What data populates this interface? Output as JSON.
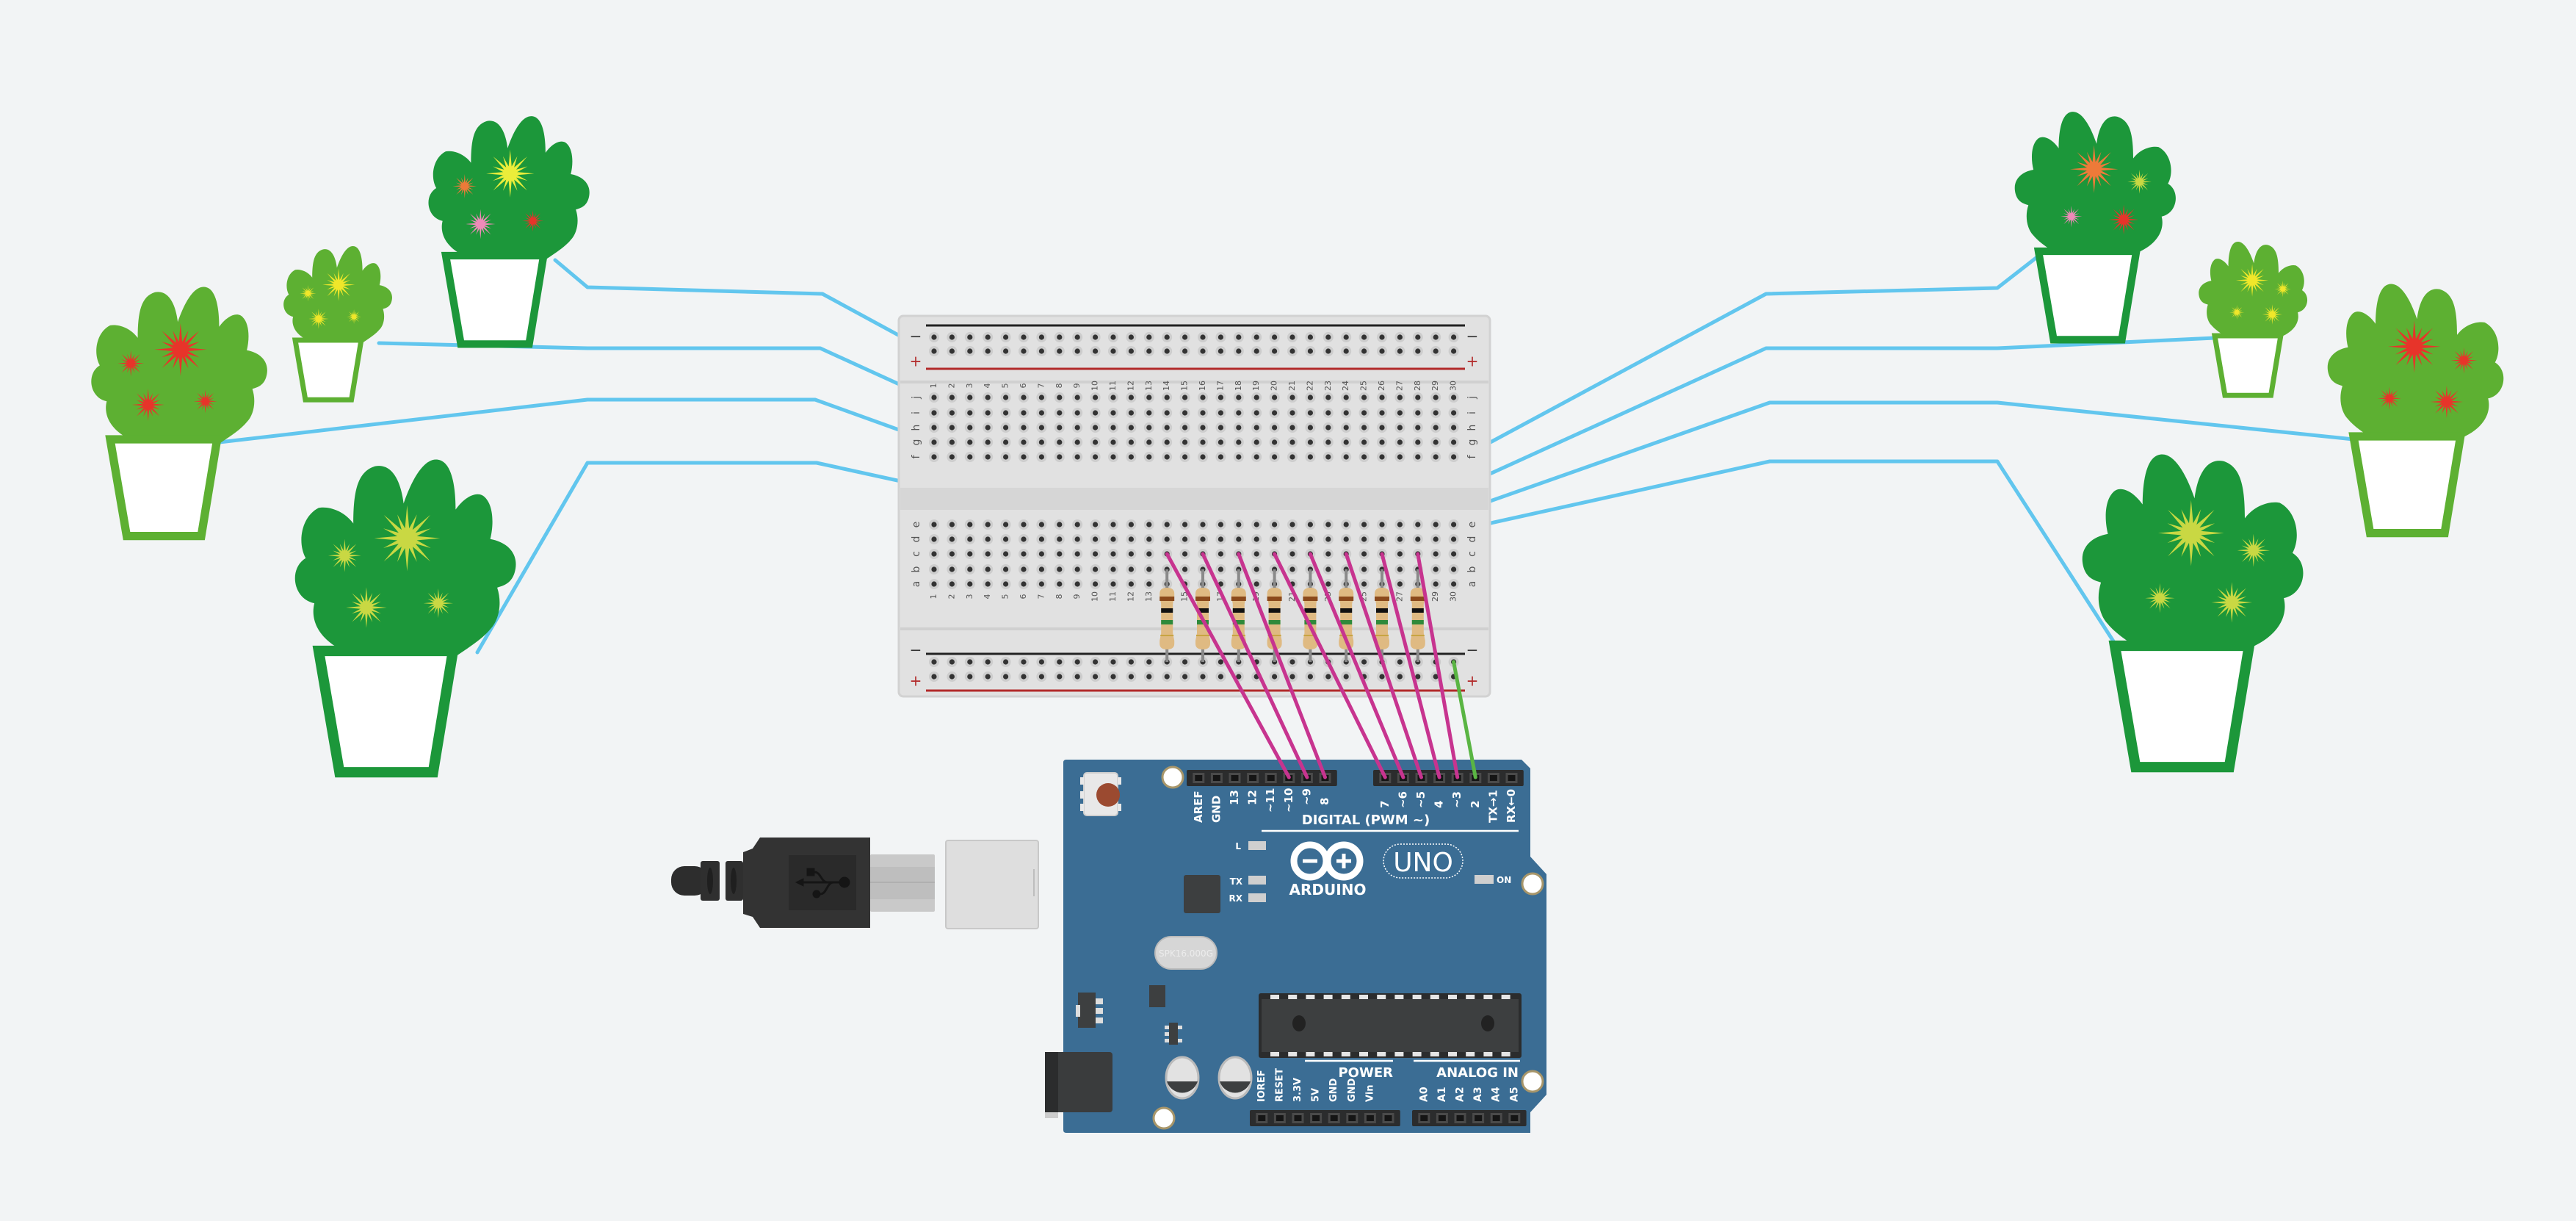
{
  "canvas": {
    "background": "#f2f4f5"
  },
  "colors": {
    "wire_sensor": "#62c6ee",
    "wire_pin": "#c7348f",
    "wire_ground": "#5ab543",
    "plant_dark": "#1c973a",
    "plant_light": "#5db032",
    "pot_fill": "#ffffff",
    "breadboard": "#e2e2e2",
    "arduino_board": "#3b6d94",
    "rail_negative": "#222222",
    "rail_positive": "#b22a2a"
  },
  "plants": [
    {
      "name": "plant-left-small-top",
      "side": "left",
      "leaf": "plant_dark",
      "flowers": [
        "#ebed3a",
        "#ed7a39",
        "#ef8ab9",
        "#e7342a"
      ]
    },
    {
      "name": "plant-left-tiny",
      "side": "left",
      "leaf": "plant_light",
      "flowers": [
        "#f0e72a",
        "#f0e72a",
        "#f0e72a",
        "#f0e72a"
      ]
    },
    {
      "name": "plant-left-medium",
      "side": "left",
      "leaf": "plant_light",
      "flowers": [
        "#e7342a",
        "#e7342a",
        "#e7342a",
        "#e7342a"
      ]
    },
    {
      "name": "plant-left-large",
      "side": "left",
      "leaf": "plant_dark",
      "flowers": [
        "#c9d843",
        "#c9d843",
        "#c9d843",
        "#c9d843"
      ]
    },
    {
      "name": "plant-right-small-top",
      "side": "right",
      "leaf": "plant_dark",
      "flowers": [
        "#ed7a39",
        "#c9d843",
        "#e7342a",
        "#ef8ab9"
      ]
    },
    {
      "name": "plant-right-tiny",
      "side": "right",
      "leaf": "plant_light",
      "flowers": [
        "#f0e72a",
        "#f0e72a",
        "#f0e72a",
        "#f0e72a"
      ]
    },
    {
      "name": "plant-right-medium",
      "side": "right",
      "leaf": "plant_light",
      "flowers": [
        "#e7342a",
        "#e7342a",
        "#e7342a",
        "#e7342a"
      ]
    },
    {
      "name": "plant-right-large",
      "side": "right",
      "leaf": "plant_dark",
      "flowers": [
        "#c9d843",
        "#c9d843",
        "#c9d843",
        "#c9d843"
      ]
    }
  ],
  "breadboard": {
    "columns": [
      "1",
      "2",
      "3",
      "4",
      "5",
      "6",
      "7",
      "8",
      "9",
      "10",
      "11",
      "12",
      "13",
      "14",
      "15",
      "16",
      "17",
      "18",
      "19",
      "20",
      "21",
      "22",
      "23",
      "24",
      "25",
      "26",
      "27",
      "28",
      "29",
      "30"
    ],
    "rows_top": [
      "j",
      "i",
      "h",
      "g",
      "f"
    ],
    "rows_bottom": [
      "e",
      "d",
      "c",
      "b",
      "a"
    ],
    "rail_negative_label": "−",
    "rail_positive_label": "+",
    "resistor_columns": [
      14,
      16,
      18,
      20,
      22,
      24,
      26,
      28
    ],
    "resistor_bands": [
      "#8b4a1c",
      "#111111",
      "#2f8a3a",
      "#c8a542"
    ]
  },
  "arduino": {
    "model": "UNO",
    "brand": "ARDUINO",
    "digital_header_label": "DIGITAL (PWM ~)",
    "digital_pins_left": [
      "AREF",
      "GND",
      "13",
      "12",
      "~11",
      "~10",
      "~9",
      "8"
    ],
    "digital_pins_right": [
      "7",
      "~6",
      "~5",
      "4",
      "~3",
      "2",
      "TX→1",
      "RX←0"
    ],
    "power_header_label": "POWER",
    "power_pins": [
      "IOREF",
      "RESET",
      "3.3V",
      "5V",
      "GND",
      "GND",
      "Vin"
    ],
    "analog_header_label": "ANALOG IN",
    "analog_pins": [
      "A0",
      "A1",
      "A2",
      "A3",
      "A4",
      "A5"
    ],
    "leds": {
      "l": "L",
      "tx": "TX",
      "rx": "RX",
      "on": "ON"
    },
    "crystal_label": "SPK16.000G"
  },
  "connections": {
    "sensor_wires": 8,
    "pin_wires_to": [
      "~10",
      "~9",
      "8",
      "7",
      "~6",
      "~5",
      "4",
      "~3"
    ],
    "ground_wire_to": "2"
  }
}
